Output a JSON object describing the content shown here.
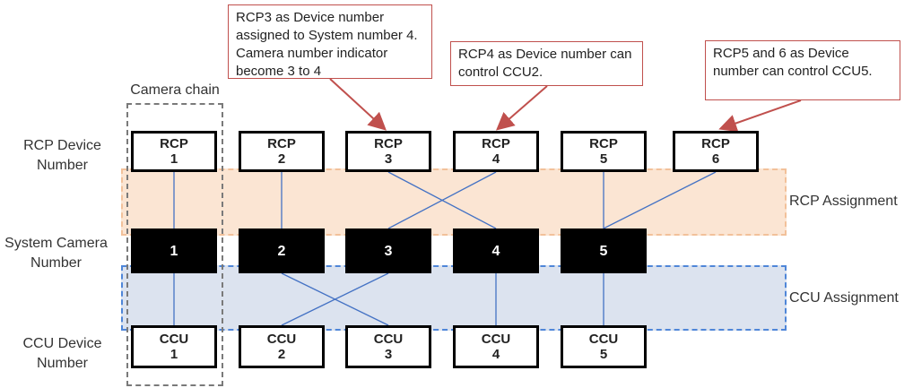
{
  "labels": {
    "camera_chain": "Camera chain",
    "rcp_device_number": "RCP Device Number",
    "system_camera_number": "System Camera Number",
    "ccu_device_number": "CCU Device Number",
    "rcp_assignment": "RCP Assignment",
    "ccu_assignment": "CCU Assignment"
  },
  "callouts": [
    "RCP3 as Device number assigned to System number 4. Camera number indicator become 3 to 4",
    "RCP4 as Device number can control CCU2.",
    "RCP5 and 6 as Device number can control CCU5."
  ],
  "rcp": [
    {
      "title": "RCP",
      "num": "1"
    },
    {
      "title": "RCP",
      "num": "2"
    },
    {
      "title": "RCP",
      "num": "3"
    },
    {
      "title": "RCP",
      "num": "4"
    },
    {
      "title": "RCP",
      "num": "5"
    },
    {
      "title": "RCP",
      "num": "6"
    }
  ],
  "cameras": [
    "1",
    "2",
    "3",
    "4",
    "5"
  ],
  "ccu": [
    {
      "title": "CCU",
      "num": "1"
    },
    {
      "title": "CCU",
      "num": "2"
    },
    {
      "title": "CCU",
      "num": "3"
    },
    {
      "title": "CCU",
      "num": "4"
    },
    {
      "title": "CCU",
      "num": "5"
    }
  ],
  "colors": {
    "connector": "#4472c4",
    "callout_border": "#c0504d",
    "rcp_band": "#fbe5d3",
    "ccu_band": "#dce3ef"
  }
}
